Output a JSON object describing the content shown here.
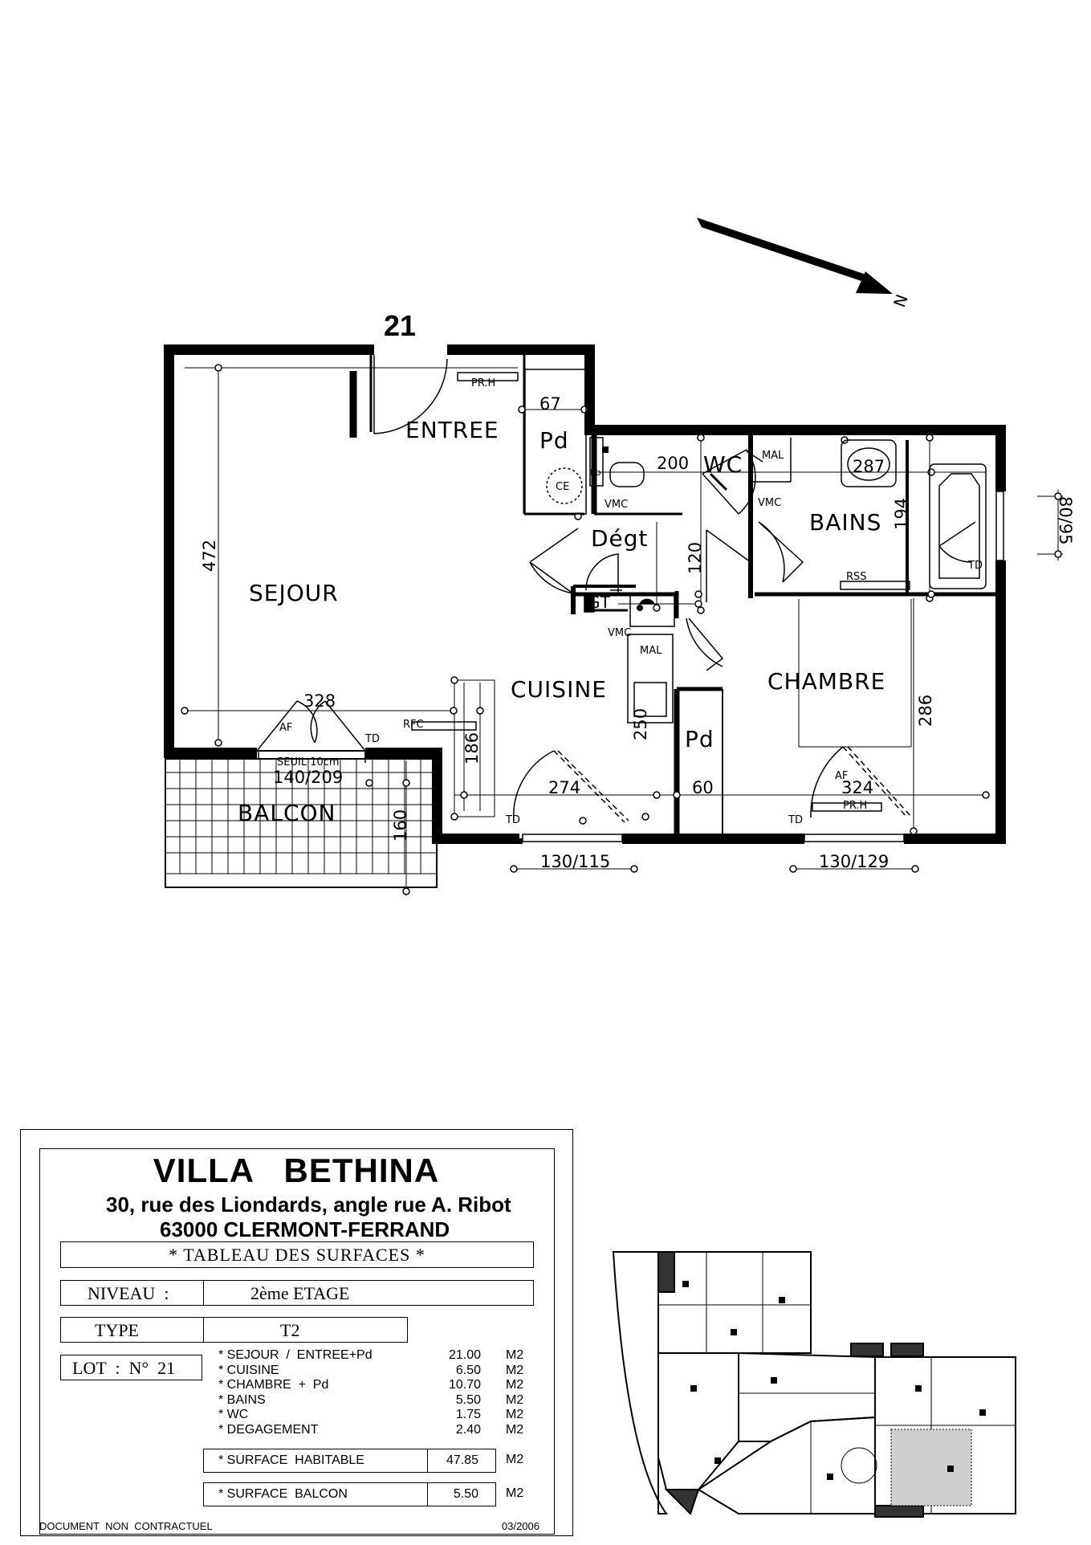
{
  "plan": {
    "lot_number": "21",
    "north_label": "N",
    "rooms": {
      "entree": "ENTREE",
      "sejour": "SEJOUR",
      "cuisine": "CUISINE",
      "degt": "Dégt",
      "wc": "WC",
      "bains": "BAINS",
      "chambre": "CHAMBRE",
      "balcon": "BALCON",
      "pd1": "Pd",
      "pd2": "Pd"
    },
    "dimensions": {
      "d472": "472",
      "d328": "328",
      "d67": "67",
      "d200": "200",
      "d287": "287",
      "d194": "194",
      "d120": "120",
      "d186": "186",
      "d250": "250",
      "d274": "274",
      "d60": "60",
      "d324": "324",
      "d286": "286",
      "d160": "160",
      "d140_209": "140/209",
      "d130_115": "130/115",
      "d130_129": "130/129",
      "d80_95": "80/95"
    },
    "fixtures": {
      "prh1": "PR.H",
      "prh2": "PR.H",
      "ce": "CE",
      "vmc1": "VMC",
      "vmc2": "VMC",
      "vmc3": "VMC",
      "mal1": "MAL",
      "mal2": "MAL",
      "gt": "GT",
      "rss": "RSS",
      "rfc": "RFC",
      "td1": "TD",
      "td2": "TD",
      "td3": "TD",
      "td4": "TD",
      "af1": "AF",
      "af2": "AF",
      "seuil": "SEUIL 10cm",
      "pb": "Pb"
    }
  },
  "title_block": {
    "name": "VILLA   BETHINA",
    "address_line1": "30, rue des Liondards, angle rue A. Ribot",
    "address_line2": "63000 CLERMONT-FERRAND",
    "table_title": "* TABLEAU DES SURFACES *",
    "niveau_label": "NIVEAU  :",
    "niveau_value": "2ème ETAGE",
    "type_label": "TYPE",
    "type_value": "T2",
    "lot_label": "LOT  :  N°  21",
    "surfaces": [
      {
        "label": "* SEJOUR  /  ENTREE+Pd",
        "value": "21.00",
        "unit": "M2"
      },
      {
        "label": "* CUISINE",
        "value": "6.50",
        "unit": "M2"
      },
      {
        "label": "* CHAMBRE  +  Pd",
        "value": "10.70",
        "unit": "M2"
      },
      {
        "label": "* BAINS",
        "value": "5.50",
        "unit": "M2"
      },
      {
        "label": "* WC",
        "value": "1.75",
        "unit": "M2"
      },
      {
        "label": "* DEGAGEMENT",
        "value": "2.40",
        "unit": "M2"
      }
    ],
    "surface_habitable": {
      "label": "* SURFACE  HABITABLE",
      "value": "47.85",
      "unit": "M2"
    },
    "surface_balcon": {
      "label": "* SURFACE  BALCON",
      "value": "5.50",
      "unit": "M2"
    },
    "footer_left": "DOCUMENT  NON  CONTRACTUEL",
    "footer_right": "03/2006"
  }
}
